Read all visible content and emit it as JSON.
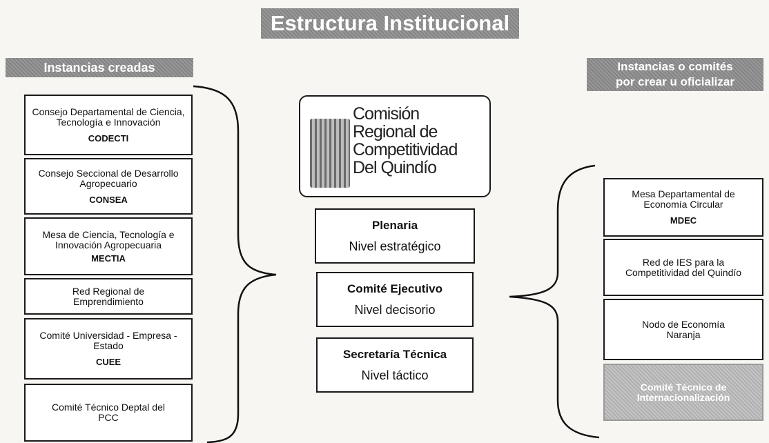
{
  "title": "Estructura Institucional",
  "left_header": "Instancias creadas",
  "right_header": [
    "Instancias o comités",
    "por crear u oficializar"
  ],
  "center": {
    "logo_text": [
      "Comisión",
      "Regional de",
      "Competitividad",
      "Del Quindío"
    ],
    "levels": [
      {
        "name": "Plenaria",
        "level": "Nivel estratégico"
      },
      {
        "name": "Comité Ejecutivo",
        "level": "Nivel decisorio"
      },
      {
        "name": "Secretaría Técnica",
        "level": "Nivel táctico"
      }
    ]
  },
  "left_items": [
    {
      "text": "Consejo Departamental de Ciencia, Tecnología e Innovación",
      "abbr": "CODECTI"
    },
    {
      "text": "Consejo Seccional de Desarrollo Agropecuario",
      "abbr": "CONSEA"
    },
    {
      "text": "Mesa de Ciencia, Tecnología e Innovación Agropecuaria",
      "abbr": "MECTIA"
    },
    {
      "text": "Red Regional de Emprendimiento",
      "abbr": ""
    },
    {
      "text": "Comité Universidad - Empresa - Estado",
      "abbr": "CUEE"
    },
    {
      "text": "Comité Técnico Deptal del PCC",
      "abbr": ""
    }
  ],
  "right_items": [
    {
      "text": "Mesa Departamental de Economía Circular",
      "abbr": "MDEC"
    },
    {
      "text": "Red de IES para la Competitividad del Quindío",
      "abbr": ""
    },
    {
      "text": "Nodo de Economía Naranja",
      "abbr": ""
    },
    {
      "text": "Comité Técnico de Internacionalización",
      "abbr": ""
    }
  ]
}
